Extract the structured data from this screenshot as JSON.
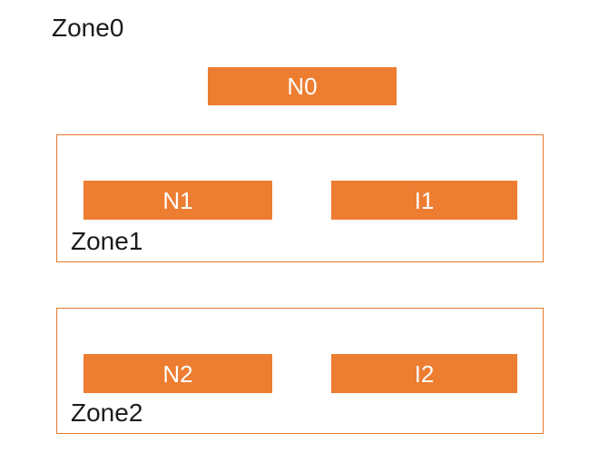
{
  "colors": {
    "background": "#ffffff",
    "node_fill": "#ED7D31",
    "zone_border": "#E8782F",
    "zone_label_text": "#1b1b1b",
    "node_label_text": "#ffffff"
  },
  "diagram": {
    "outer_zone": {
      "label": "Zone0",
      "nodes": [
        {
          "label": "N0"
        }
      ]
    },
    "zones": [
      {
        "label": "Zone1",
        "nodes": [
          {
            "label": "N1"
          },
          {
            "label": "I1"
          }
        ]
      },
      {
        "label": "Zone2",
        "nodes": [
          {
            "label": "N2"
          },
          {
            "label": "I2"
          }
        ]
      }
    ]
  }
}
